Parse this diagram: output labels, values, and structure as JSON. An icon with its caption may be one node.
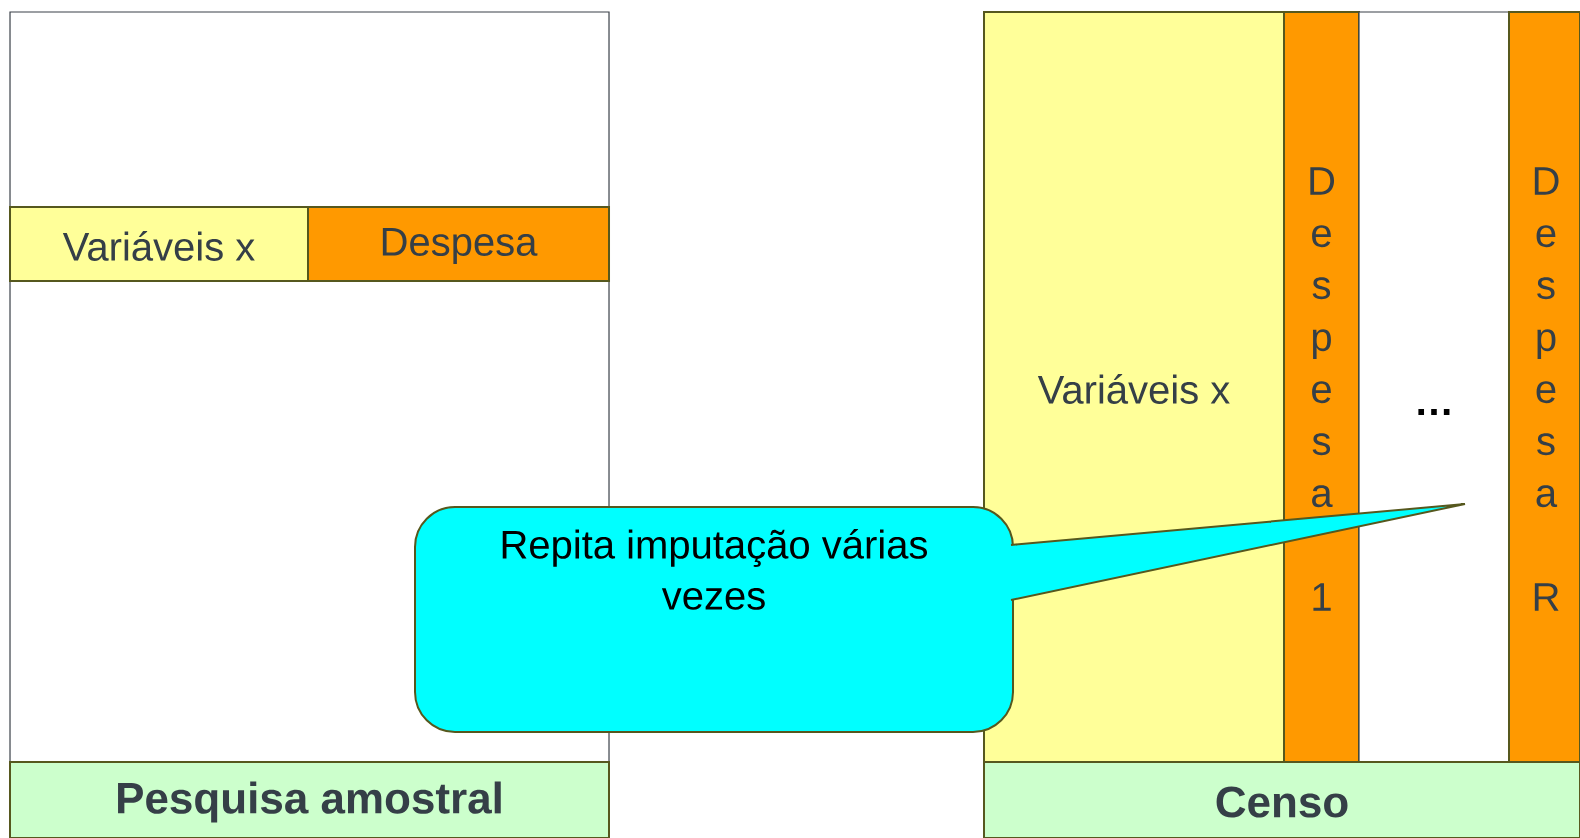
{
  "diagram": {
    "nodes": [
      {
        "text": [],
        "shape": "box"
      },
      {
        "text": [
          "Variáveis x"
        ],
        "in": 0
      },
      {
        "text": [
          "Despesa"
        ],
        "in": 0
      },
      {
        "text": [
          "Pesquisa amostral"
        ]
      },
      {
        "text": [
          "Variáveis x"
        ]
      },
      {
        "text": [
          "Despesa 1"
        ]
      },
      {
        "text": [
          "…"
        ]
      },
      {
        "text": [
          "Despesa R"
        ]
      },
      {
        "text": [
          "Censo"
        ]
      },
      {
        "text": [
          "Repita imputação várias vezes"
        ]
      }
    ]
  }
}
